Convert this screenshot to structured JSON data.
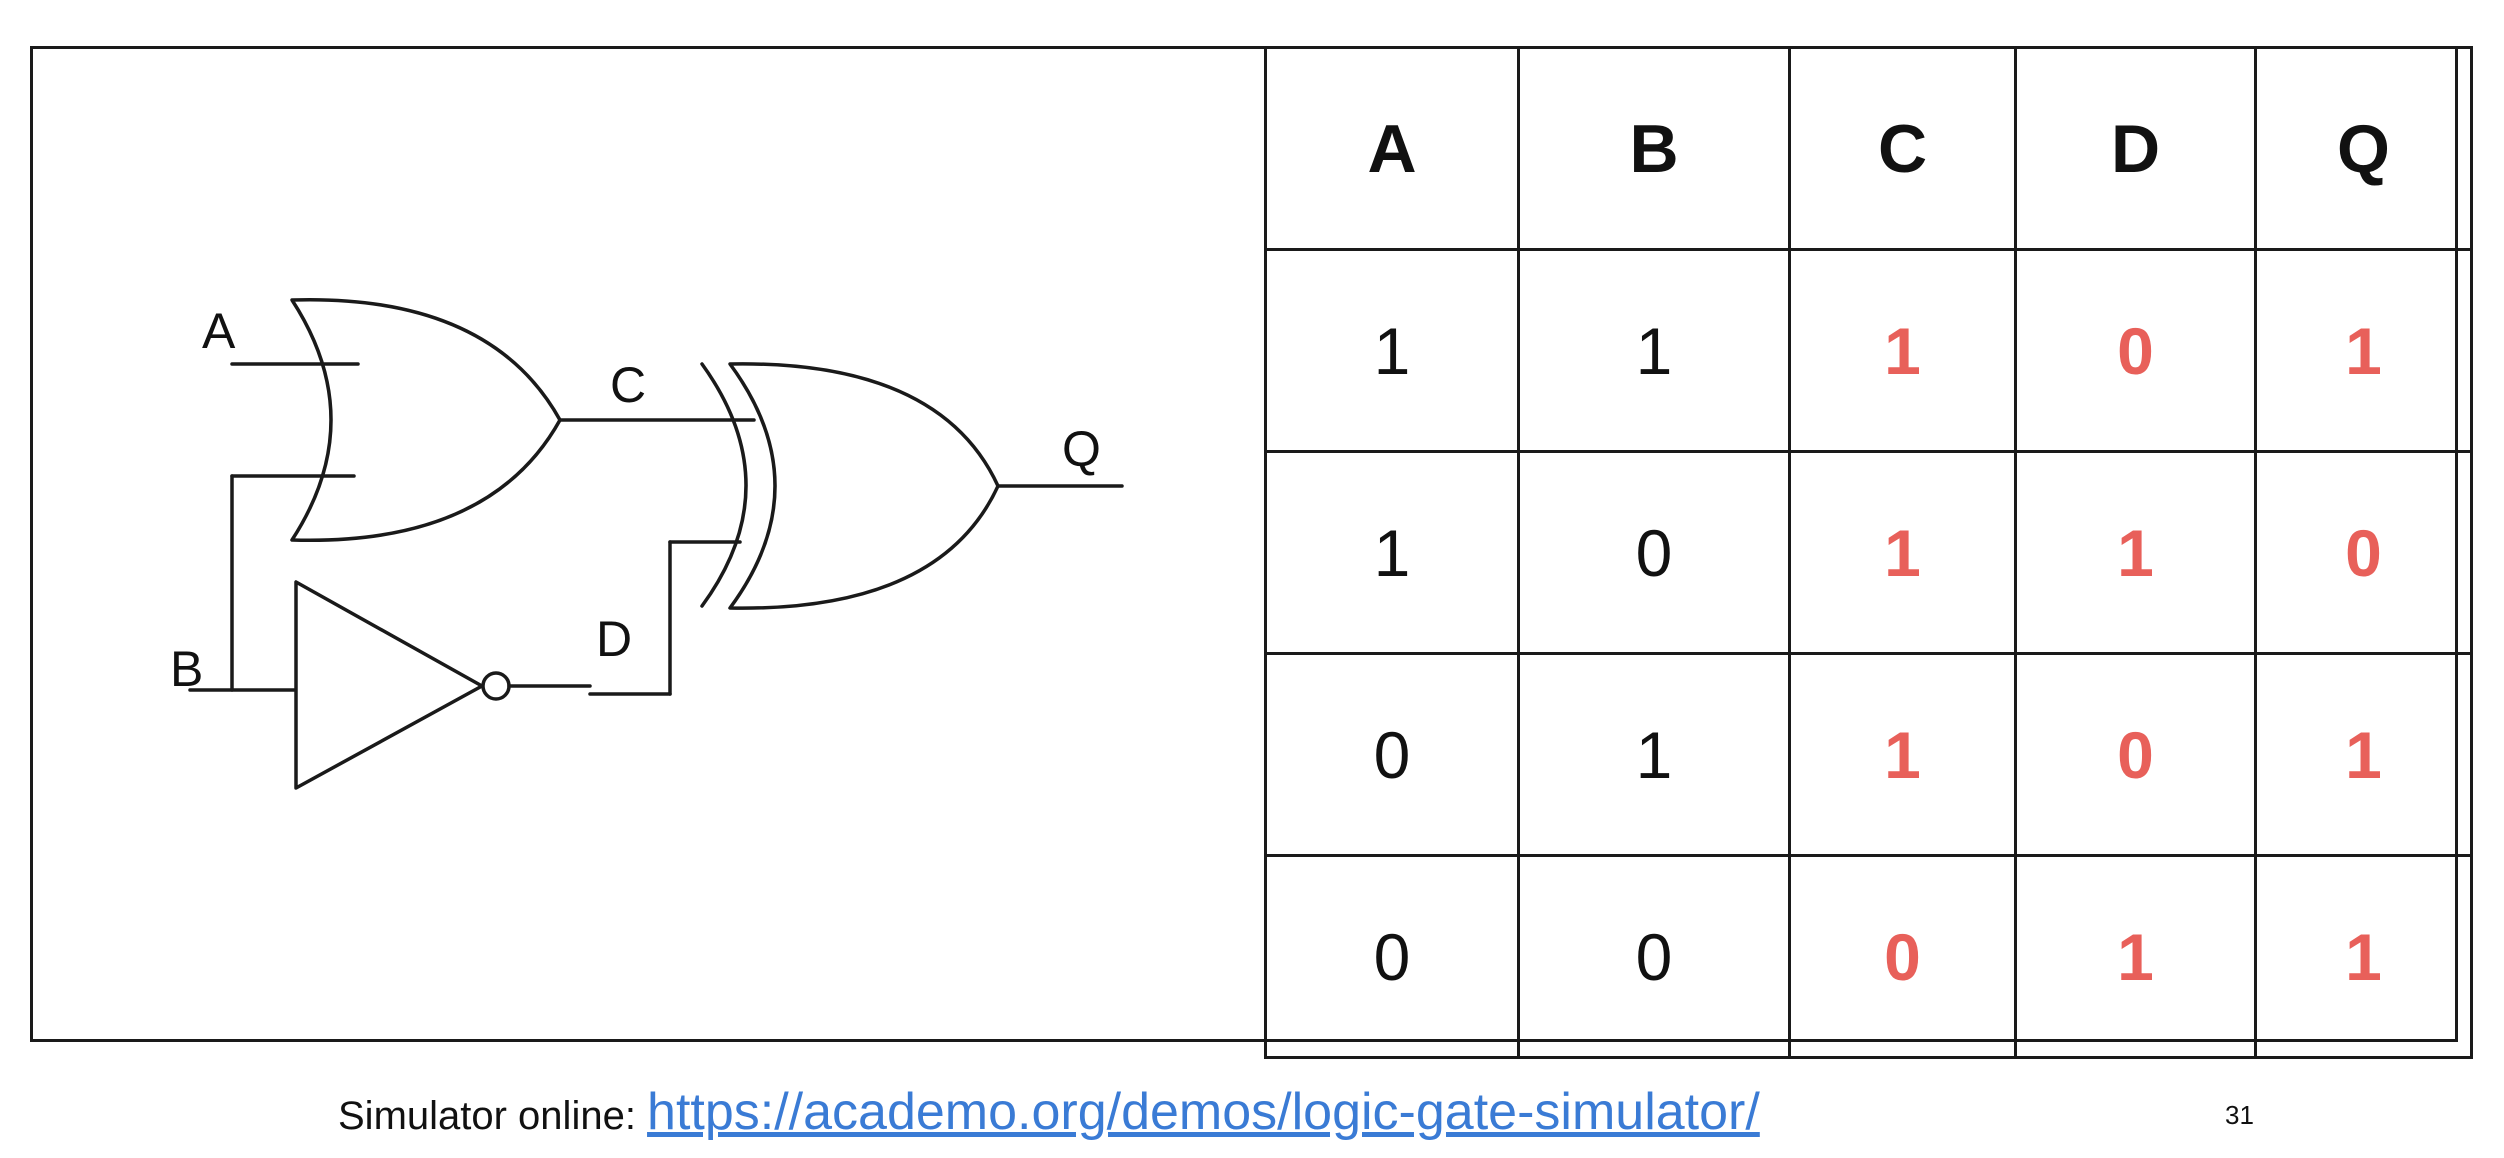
{
  "colors": {
    "ink": "#1a1a1a",
    "handwriting": "#e8605a",
    "link": "#3a7bd5"
  },
  "circuit": {
    "labels": {
      "a": "A",
      "b": "B",
      "c": "C",
      "d": "D",
      "q": "Q"
    },
    "gates": [
      "or-gate",
      "not-gate",
      "xor-gate"
    ]
  },
  "truth_table": {
    "headers": [
      "A",
      "B",
      "C",
      "D",
      "Q"
    ],
    "rows": [
      [
        "1",
        "1",
        "1",
        "0",
        "1"
      ],
      [
        "1",
        "0",
        "1",
        "1",
        "0"
      ],
      [
        "0",
        "1",
        "1",
        "0",
        "1"
      ],
      [
        "0",
        "0",
        "0",
        "1",
        "1"
      ]
    ],
    "handwritten_columns": [
      "C",
      "D",
      "Q"
    ]
  },
  "footer": {
    "label": "Simulator online: ",
    "link": "https://academo.org/demos/logic-gate-simulator/"
  },
  "page_number": "31"
}
